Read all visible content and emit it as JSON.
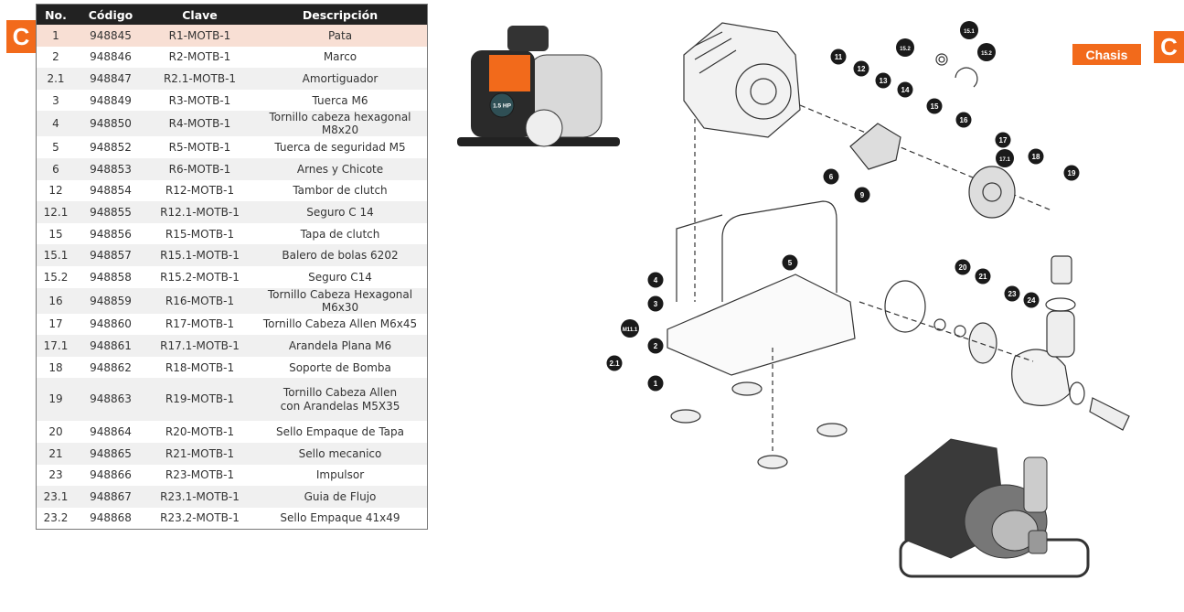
{
  "badges": {
    "left": "C",
    "right": "C",
    "section": "Chasis"
  },
  "table": {
    "headers": [
      "No.",
      "Código",
      "Clave",
      "Descripción"
    ],
    "rows": [
      [
        "1",
        "948845",
        "R1-MOTB-1",
        "Pata"
      ],
      [
        "2",
        "948846",
        "R2-MOTB-1",
        "Marco"
      ],
      [
        "2.1",
        "948847",
        "R2.1-MOTB-1",
        "Amortiguador"
      ],
      [
        "3",
        "948849",
        "R3-MOTB-1",
        "Tuerca M6"
      ],
      [
        "4",
        "948850",
        "R4-MOTB-1",
        "Tornillo cabeza hexagonal M8x20"
      ],
      [
        "5",
        "948852",
        "R5-MOTB-1",
        "Tuerca de seguridad M5"
      ],
      [
        "6",
        "948853",
        "R6-MOTB-1",
        "Arnes y Chicote"
      ],
      [
        "12",
        "948854",
        "R12-MOTB-1",
        "Tambor de clutch"
      ],
      [
        "12.1",
        "948855",
        "R12.1-MOTB-1",
        "Seguro C 14"
      ],
      [
        "15",
        "948856",
        "R15-MOTB-1",
        "Tapa de clutch"
      ],
      [
        "15.1",
        "948857",
        "R15.1-MOTB-1",
        "Balero de bolas 6202"
      ],
      [
        "15.2",
        "948858",
        "R15.2-MOTB-1",
        "Seguro C14"
      ],
      [
        "16",
        "948859",
        "R16-MOTB-1",
        "Tornillo Cabeza Hexagonal M6x30"
      ],
      [
        "17",
        "948860",
        "R17-MOTB-1",
        "Tornillo Cabeza Allen M6x45"
      ],
      [
        "17.1",
        "948861",
        "R17.1-MOTB-1",
        "Arandela Plana M6"
      ],
      [
        "18",
        "948862",
        "R18-MOTB-1",
        "Soporte de Bomba"
      ],
      [
        "19",
        "948863",
        "R19-MOTB-1",
        "Tornillo Cabeza Allen\ncon Arandelas M5X35"
      ],
      [
        "20",
        "948864",
        "R20-MOTB-1",
        "Sello Empaque de Tapa"
      ],
      [
        "21",
        "948865",
        "R21-MOTB-1",
        "Sello mecanico"
      ],
      [
        "23",
        "948866",
        "R23-MOTB-1",
        "Impulsor"
      ],
      [
        "23.1",
        "948867",
        "R23.1-MOTB-1",
        "Guia de Flujo"
      ],
      [
        "23.2",
        "948868",
        "R23.2-MOTB-1",
        "Sello Empaque  41x49"
      ]
    ]
  },
  "diagram": {
    "photo_label": "1.5 HP",
    "callouts": [
      "11",
      "12",
      "15.2",
      "15.1",
      "15.2",
      "13",
      "14",
      "15",
      "16",
      "17",
      "17.1",
      "18",
      "19",
      "6",
      "9",
      "5",
      "4",
      "3",
      "M11.1",
      "2",
      "2.1",
      "1",
      "20",
      "21",
      "23",
      "24"
    ]
  }
}
